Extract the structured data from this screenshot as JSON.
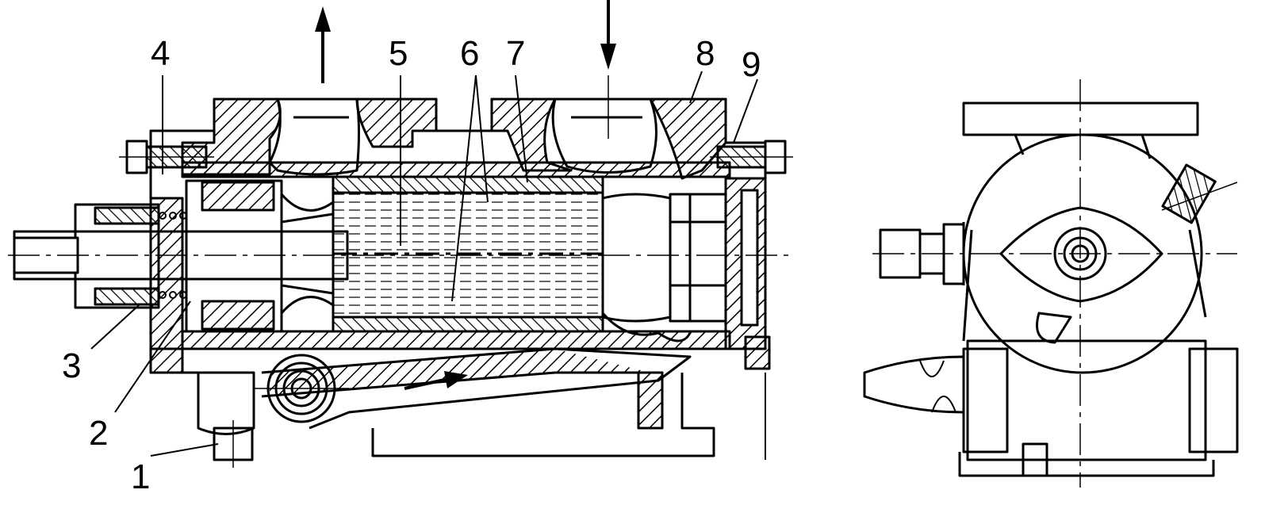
{
  "diagram": {
    "callouts": [
      "1",
      "2",
      "3",
      "4",
      "5",
      "6",
      "7",
      "8",
      "9"
    ],
    "colors": {
      "ink": "#000000",
      "paper": "#ffffff"
    }
  }
}
